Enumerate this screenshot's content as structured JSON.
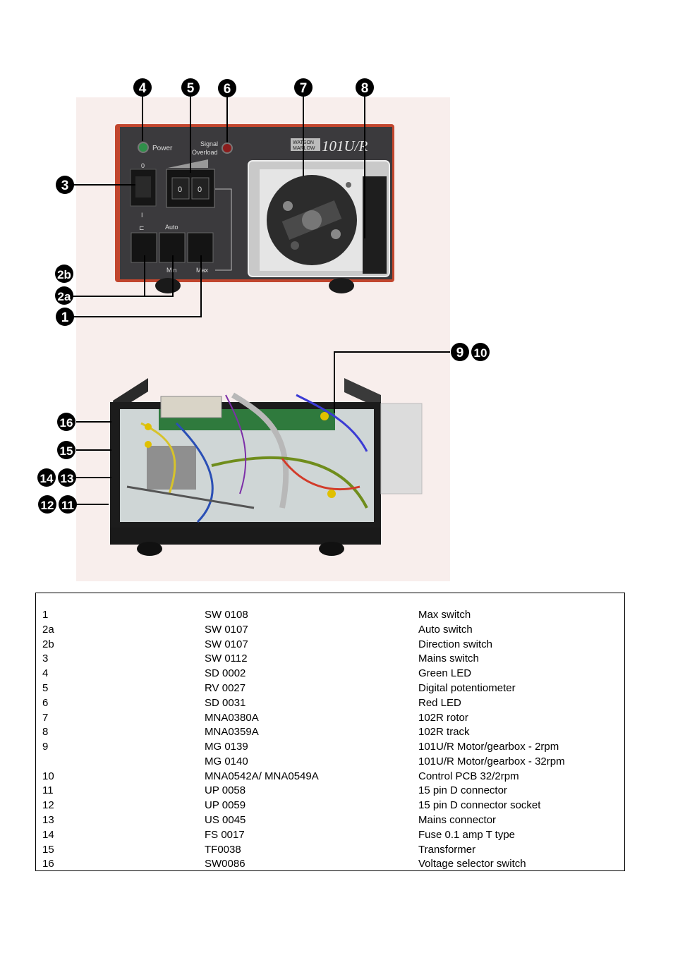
{
  "figure": {
    "callouts": [
      "4",
      "5",
      "6",
      "7",
      "8",
      "3",
      "2b",
      "2a",
      "1",
      "9",
      "10",
      "16",
      "15",
      "14",
      "13",
      "12",
      "11"
    ],
    "panel_labels": {
      "power": "Power",
      "signal": "Signal",
      "overload": "Overload",
      "zero": "0",
      "one": "I",
      "auto": "Auto",
      "min": "Min",
      "max": "Max",
      "digit1": "0",
      "digit2": "0",
      "brand_top": "WATSON",
      "brand_bottom": "MARLOW",
      "model": "101U/R"
    }
  },
  "parts": [
    {
      "ref": "1",
      "code": "SW 0108",
      "desc": "Max switch"
    },
    {
      "ref": "2a",
      "code": "SW 0107",
      "desc": "Auto switch"
    },
    {
      "ref": "2b",
      "code": "SW 0107",
      "desc": "Direction switch"
    },
    {
      "ref": "3",
      "code": "SW 0112",
      "desc": "Mains switch"
    },
    {
      "ref": "4",
      "code": "SD 0002",
      "desc": "Green LED"
    },
    {
      "ref": "5",
      "code": "RV 0027",
      "desc": "Digital potentiometer"
    },
    {
      "ref": "6",
      "code": "SD 0031",
      "desc": "Red LED"
    },
    {
      "ref": "7",
      "code": "MNA0380A",
      "desc": "102R rotor"
    },
    {
      "ref": "8",
      "code": "MNA0359A",
      "desc": "102R track"
    },
    {
      "ref": "9",
      "code": "MG 0139",
      "desc": "101U/R Motor/gearbox - 2rpm"
    },
    {
      "ref": "",
      "code": "MG 0140",
      "desc": "101U/R Motor/gearbox - 32rpm"
    },
    {
      "ref": "10",
      "code": "MNA0542A/ MNA0549A",
      "desc": "Control PCB 32/2rpm"
    },
    {
      "ref": "11",
      "code": "UP 0058",
      "desc": "15 pin D connector"
    },
    {
      "ref": "12",
      "code": "UP 0059",
      "desc": "15 pin D connector socket"
    },
    {
      "ref": "13",
      "code": "US 0045",
      "desc": "Mains connector"
    },
    {
      "ref": "14",
      "code": "FS 0017",
      "desc": "Fuse 0.1 amp T type"
    },
    {
      "ref": "15",
      "code": "TF0038",
      "desc": "Transformer"
    },
    {
      "ref": "16",
      "code": "SW0086",
      "desc": "Voltage selector switch"
    }
  ]
}
